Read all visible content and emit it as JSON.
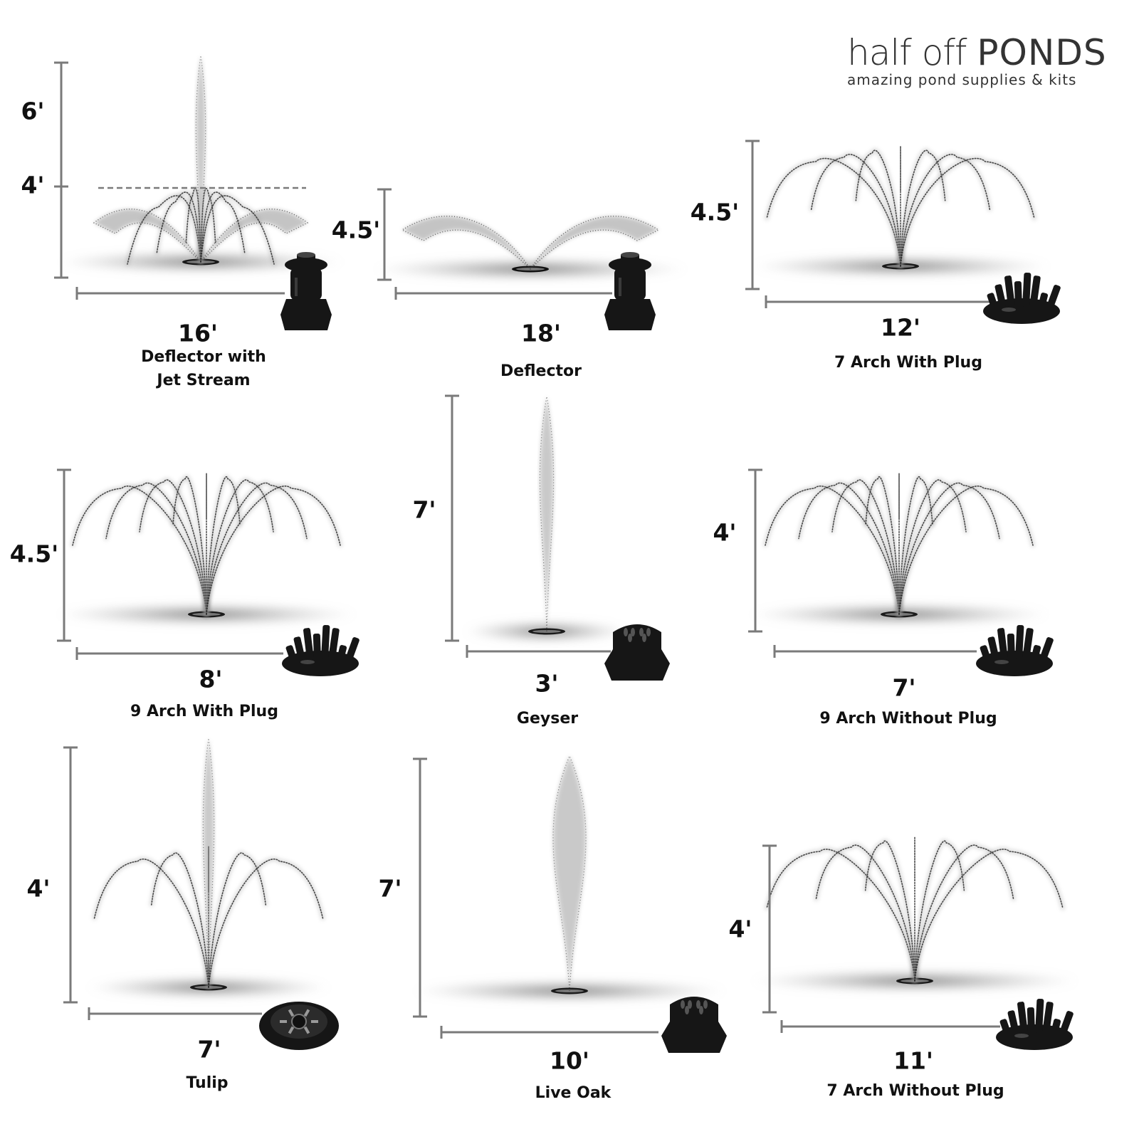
{
  "brand": {
    "name_light": "half off ",
    "name_bold": "PONDS",
    "tagline": "amazing pond supplies & kits"
  },
  "colors": {
    "spray": "#8a8a8a",
    "spray_dark": "#2a2a2a",
    "dimension_line": "#7a7a7a",
    "nozzle": "#161616",
    "text": "#111111"
  },
  "nozzles": [
    {
      "name": "Deflector with Jet Stream",
      "name_lines": [
        "Deflector with",
        "Jet Stream"
      ],
      "height": "6'",
      "height_secondary": "4'",
      "width": "16'",
      "pattern": "deflector-jet",
      "nozzle_icon": "deflector-nozzle-icon"
    },
    {
      "name": "Deflector",
      "name_lines": [
        "Deflector"
      ],
      "height": "4.5'",
      "width": "18'",
      "pattern": "deflector",
      "nozzle_icon": "deflector-nozzle-icon"
    },
    {
      "name": "7 Arch With Plug",
      "name_lines": [
        "7 Arch With Plug"
      ],
      "height": "4.5'",
      "width": "12'",
      "pattern": "arch",
      "arches": 7,
      "nozzle_icon": "arch-nozzle-icon"
    },
    {
      "name": "9 Arch With Plug",
      "name_lines": [
        "9 Arch With Plug"
      ],
      "height": "4.5'",
      "width": "8'",
      "pattern": "arch",
      "arches": 9,
      "nozzle_icon": "arch-nozzle-icon"
    },
    {
      "name": "Geyser",
      "name_lines": [
        "Geyser"
      ],
      "height": "7'",
      "width": "3'",
      "pattern": "geyser",
      "nozzle_icon": "geyser-nozzle-icon"
    },
    {
      "name": "9 Arch Without Plug",
      "name_lines": [
        "9 Arch Without Plug"
      ],
      "height": "4'",
      "width": "7'",
      "pattern": "arch",
      "arches": 9,
      "nozzle_icon": "arch-nozzle-icon"
    },
    {
      "name": "Tulip",
      "name_lines": [
        "Tulip"
      ],
      "height": "4'",
      "width": "7'",
      "pattern": "tulip",
      "nozzle_icon": "tulip-nozzle-icon"
    },
    {
      "name": "Live Oak",
      "name_lines": [
        "Live Oak"
      ],
      "height": "7'",
      "width": "10'",
      "pattern": "live-oak",
      "nozzle_icon": "geyser-nozzle-icon"
    },
    {
      "name": "7 Arch Without Plug",
      "name_lines": [
        "7 Arch Without Plug"
      ],
      "height": "4'",
      "width": "11'",
      "pattern": "arch",
      "arches": 7,
      "nozzle_icon": "arch-nozzle-icon"
    }
  ]
}
